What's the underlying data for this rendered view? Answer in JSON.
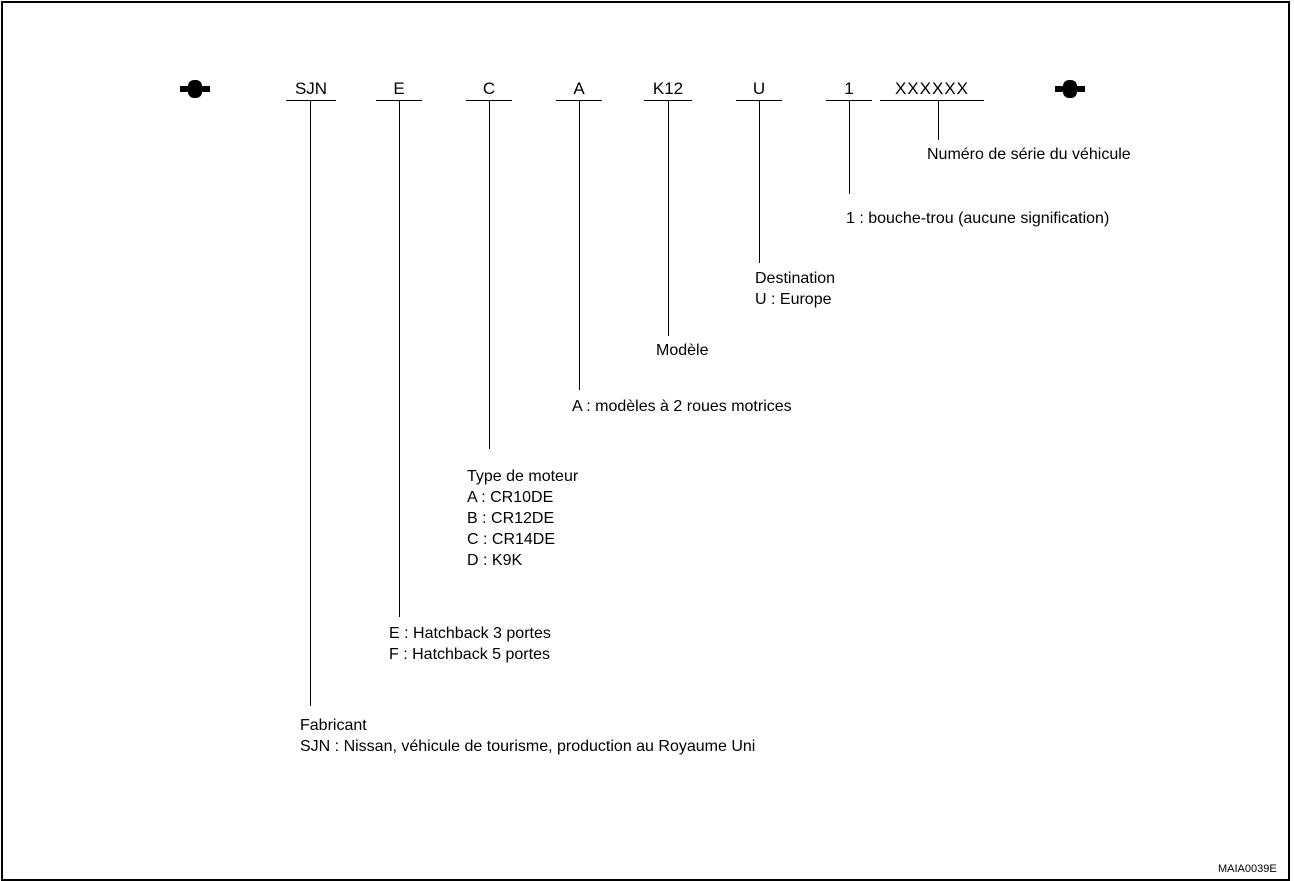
{
  "segments": {
    "manufacturer": "SJN",
    "body": "E",
    "engine": "C",
    "drive": "A",
    "model": "K12",
    "destination": "U",
    "filler": "1",
    "serial": "XXXXXX"
  },
  "labels": {
    "serial_title": "Numéro de série du véhicule",
    "filler_desc": "1 : bouche-trou (aucune signification)",
    "destination_title": "Destination",
    "destination_u": "U : Europe",
    "model_title": "Modèle",
    "drive_desc": "A : modèles à 2 roues motrices",
    "engine_title": "Type de moteur",
    "engine_a": "A : CR10DE",
    "engine_b": "B : CR12DE",
    "engine_c": "C : CR14DE",
    "engine_d": "D : K9K",
    "body_e": "E : Hatchback 3 portes",
    "body_f": "F : Hatchback 5 portes",
    "manufacturer_title": "Fabricant",
    "manufacturer_desc": "SJN : Nissan, véhicule de tourisme, production au Royaume Uni"
  },
  "figure_code": "MAIA0039E",
  "icons": {
    "start": "star-marker-icon",
    "end": "star-marker-icon"
  }
}
